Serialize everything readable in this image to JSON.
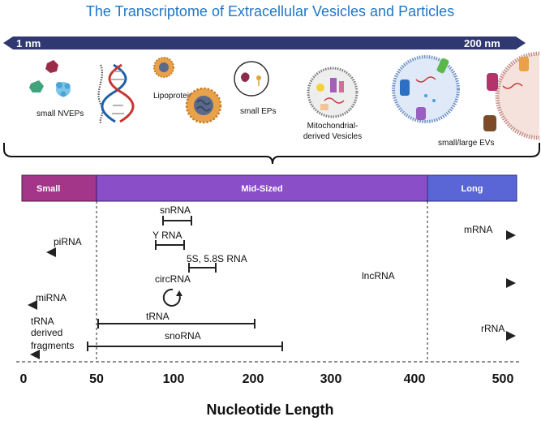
{
  "title": "The Transcriptome of Extracellular Vesicles and Particles",
  "size_scale": {
    "min_label": "1 nm",
    "max_label": "200 nm"
  },
  "particles": {
    "small_nveps": "small NVEPs",
    "lipoproteins": "Lipoproteins",
    "small_eps": "small EPs",
    "mito_line1": "Mitochondrial-",
    "mito_line2": "derived Vesicles",
    "evs": "small/large EVs"
  },
  "categories": {
    "small": "Small",
    "mid": "Mid-Sized",
    "long": "Long"
  },
  "colors": {
    "title": "#1f76c6",
    "scale_arrow": "#2f3870",
    "small": "#a4368a",
    "mid": "#8a4fc8",
    "long": "#5a66d6"
  },
  "rna": {
    "snrna": "snRNA",
    "yrna": "Y RNA",
    "fives_line1": "5S, 5.8S RNA",
    "circrna": "circRNA",
    "lncrna": "lncRNA",
    "mrna": "mRNA",
    "pirna": "piRNA",
    "mirna": "miRNA",
    "trna": "tRNA",
    "snorna": "snoRNA",
    "rrna": "rRNA",
    "trf_line1": "tRNA",
    "trf_line2": "derived",
    "trf_line3": "fragments"
  },
  "axis": {
    "ticks": [
      "0",
      "50",
      "100",
      "200",
      "300",
      "400",
      "500"
    ],
    "label": "Nucleotide Length"
  }
}
